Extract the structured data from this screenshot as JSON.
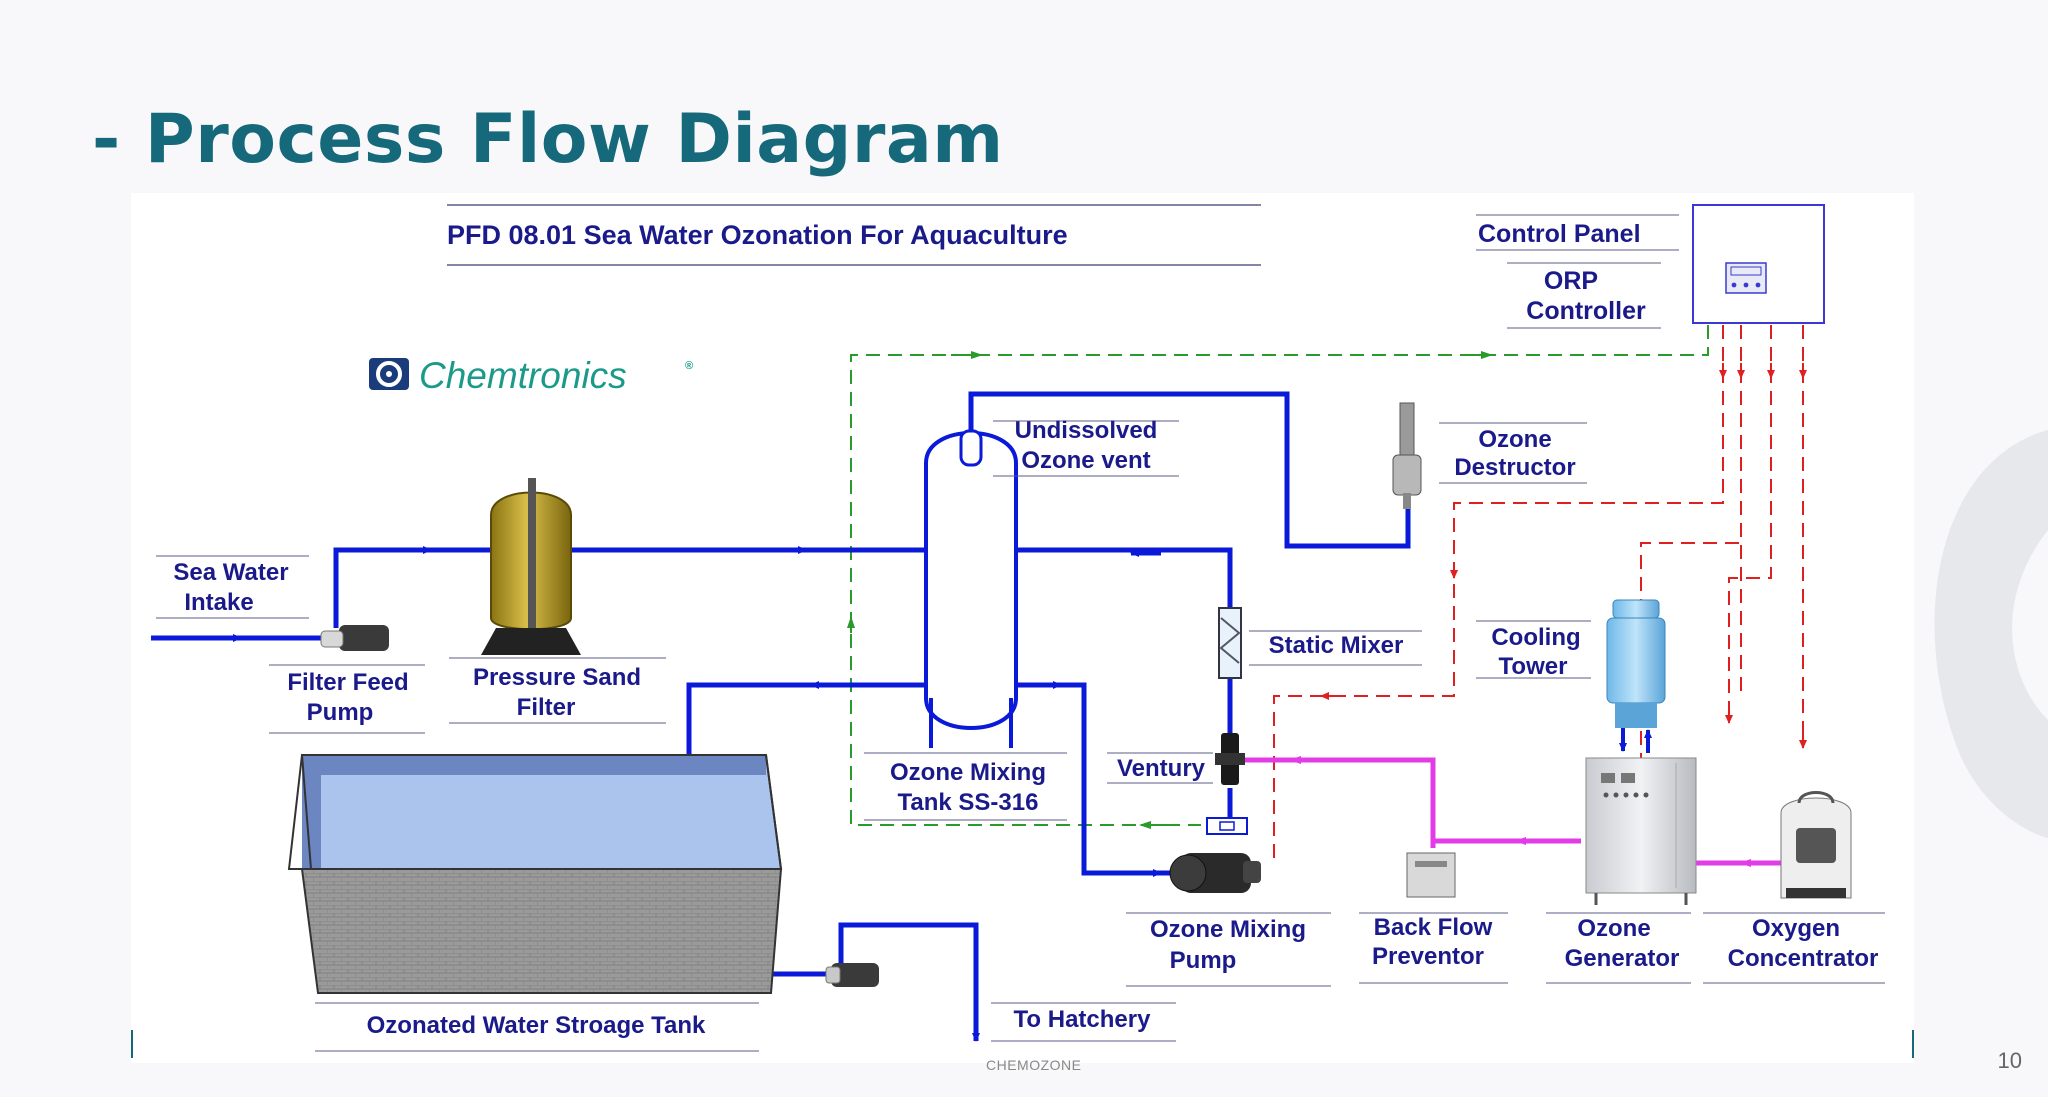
{
  "slide": {
    "title": "- Process Flow Diagram",
    "footer": "CHEMOZONE",
    "page_number": "10"
  },
  "diagram": {
    "title": "PFD 08.01 Sea Water Ozonation For Aquaculture",
    "logo_text": "Chemtronics",
    "logo_mark": "®",
    "labels": {
      "control_panel": "Control Panel",
      "orp_1": "ORP",
      "orp_2": "Controller",
      "undissolved_1": "Undissolved",
      "undissolved_2": "Ozone vent",
      "destructor_1": "Ozone",
      "destructor_2": "Destructor",
      "intake_1": "Sea Water",
      "intake_2": "Intake",
      "static_mixer": "Static Mixer",
      "cooling_1": "Cooling",
      "cooling_2": "Tower",
      "feed_1": "Filter Feed",
      "feed_2": "Pump",
      "sand_1": "Pressure Sand",
      "sand_2": "Filter",
      "venturi": "Ventury",
      "mixtank_1": "Ozone Mixing",
      "mixtank_2": "Tank SS-316",
      "mixpump_1": "Ozone Mixing",
      "mixpump_2": "Pump",
      "backflow_1": "Back Flow",
      "backflow_2": "Preventor",
      "generator_1": "Ozone",
      "generator_2": "Generator",
      "oxygen_1": "Oxygen",
      "oxygen_2": "Concentrator",
      "storage": "Ozonated Water Stroage Tank",
      "hatchery": "To Hatchery"
    }
  },
  "colors": {
    "title": "#16697a",
    "water_line": "#0a1ad8",
    "ozone_line": "#e23ce6",
    "signal_line": "#e02020",
    "feedback_line": "#2a9a2a",
    "label": "#1a1a8a"
  }
}
